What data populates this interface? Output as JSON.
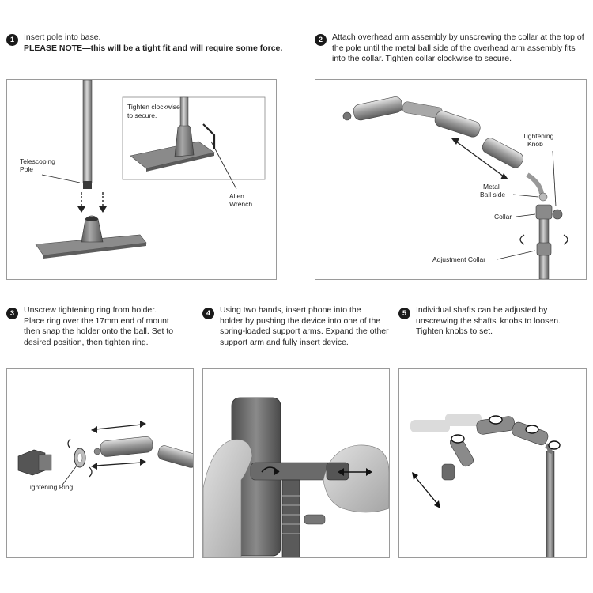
{
  "steps": [
    {
      "num": "1",
      "line1": "Insert pole into base.",
      "line2": "PLEASE NOTE—this will be a tight fit and will require some force."
    },
    {
      "num": "2",
      "lines": [
        "Attach overhead arm assembly by unscrewing the collar at the top of",
        "the pole until the metal ball side of the overhead arm assembly fits",
        "into the collar. Tighten collar clockwise to secure."
      ]
    },
    {
      "num": "3",
      "lines": [
        "Unscrew tightening ring from holder.",
        "Place ring over the 17mm end of mount",
        "then snap the holder onto the ball. Set to",
        "desired position, then tighten ring."
      ]
    },
    {
      "num": "4",
      "lines": [
        "Using two hands, insert phone into the",
        "holder by pushing the device into one of the",
        "spring-loaded support arms. Expand the other",
        "support arm and fully insert device."
      ]
    },
    {
      "num": "5",
      "lines": [
        "Individual shafts can be adjusted by",
        "unscrewing the shafts' knobs to loosen.",
        "Tighten knobs to set."
      ]
    }
  ],
  "labels": {
    "tighten": [
      "Tighten clockwise",
      "to secure."
    ],
    "telescoping": [
      "Telescoping",
      "Pole"
    ],
    "allen": [
      "Allen",
      "Wrench"
    ],
    "tightening_knob": [
      "Tightening",
      "Knob"
    ],
    "metal_ball": [
      "Metal",
      "Ball side"
    ],
    "collar": "Collar",
    "adjustment_collar": "Adjustment Collar",
    "tightening_ring": "Tightening Ring"
  }
}
